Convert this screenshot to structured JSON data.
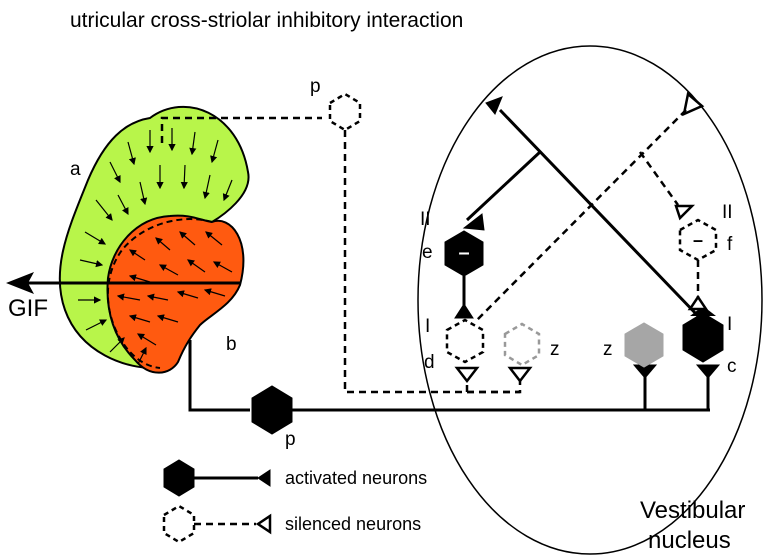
{
  "title": "utricular  cross-striolar inhibitory interaction",
  "labels": {
    "region_a": "a",
    "region_b": "b",
    "gif": "GIF",
    "neuron_p_top": "p",
    "neuron_p_bottom": "p",
    "neuron_e": "e",
    "neuron_f": "f",
    "neuron_d": "d",
    "neuron_c": "c",
    "neuron_z_dashed": "z",
    "neuron_z_gray": "z",
    "layer_II_left": "II",
    "layer_II_right": "II",
    "layer_I_left": "I",
    "layer_I_right": "I",
    "inhibit_sign_e": "–",
    "inhibit_sign_f": "–"
  },
  "legend": {
    "activated": "activated neurons",
    "silenced": "silenced neurons"
  },
  "nucleus_label": {
    "line1": "Vestibular",
    "line2": "nucleus"
  },
  "colors": {
    "outer_region": "#b8f54a",
    "inner_region": "#ff5a10",
    "gray_neuron": "#a6a6a6"
  }
}
